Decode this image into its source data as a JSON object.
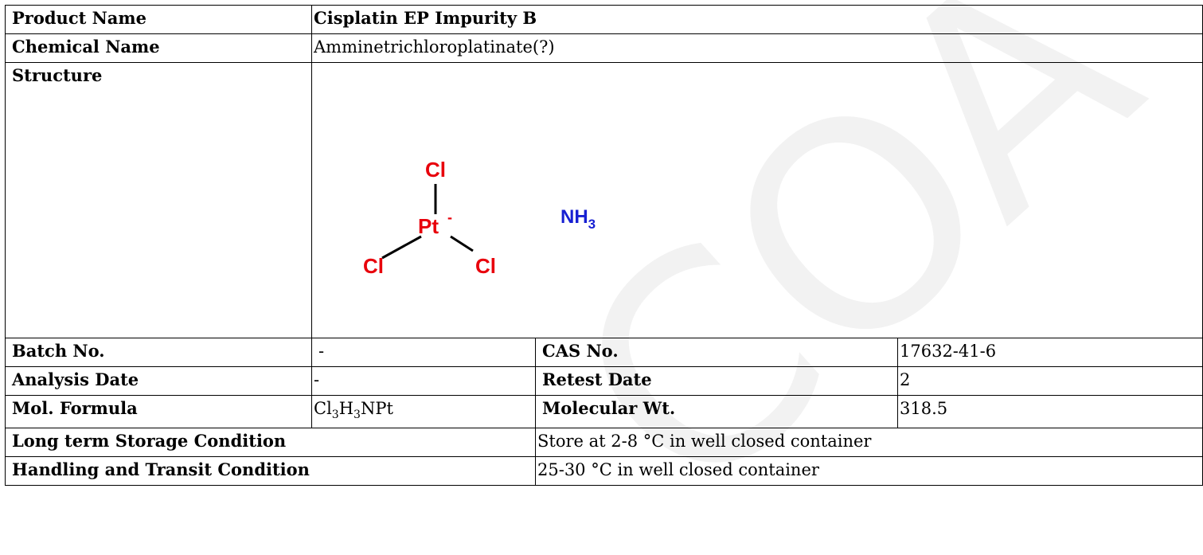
{
  "product": {
    "label": "Product Name",
    "value": "Cisplatin EP Impurity B"
  },
  "chemical_name": {
    "label": "Chemical Name",
    "value": "Amminetrichloroplatinate(?)"
  },
  "structure": {
    "label": "Structure",
    "atoms": {
      "cl_top": "Cl",
      "pt": "Pt",
      "pt_charge": "-",
      "cl_left": "Cl",
      "cl_right": "Cl",
      "nh": "NH",
      "nh_sub": "3"
    },
    "colors": {
      "halogen_metal": "#e8000b",
      "nitrogen": "#1720d2",
      "bond": "#000000"
    }
  },
  "batch": {
    "label": "Batch No.",
    "value": "-"
  },
  "cas": {
    "label": "CAS No.",
    "value": "17632-41-6"
  },
  "analysis_date": {
    "label": "Analysis Date",
    "value": "-"
  },
  "retest_date": {
    "label": "Retest Date",
    "value": "2"
  },
  "mol_formula": {
    "label": "Mol. Formula",
    "parts": {
      "a": "Cl",
      "a_sub": "3",
      "b": "H",
      "b_sub": "3",
      "c": "NPt"
    }
  },
  "mol_weight": {
    "label": "Molecular Wt.",
    "value": "318.5"
  },
  "storage": {
    "label": "Long term Storage Condition",
    "value": "Store at 2-8 °C in well closed container"
  },
  "handling": {
    "label": "Handling and Transit Condition",
    "value": "25-30 °C in well closed container"
  },
  "watermark": {
    "text": "COA",
    "color": "#eeeeee"
  }
}
